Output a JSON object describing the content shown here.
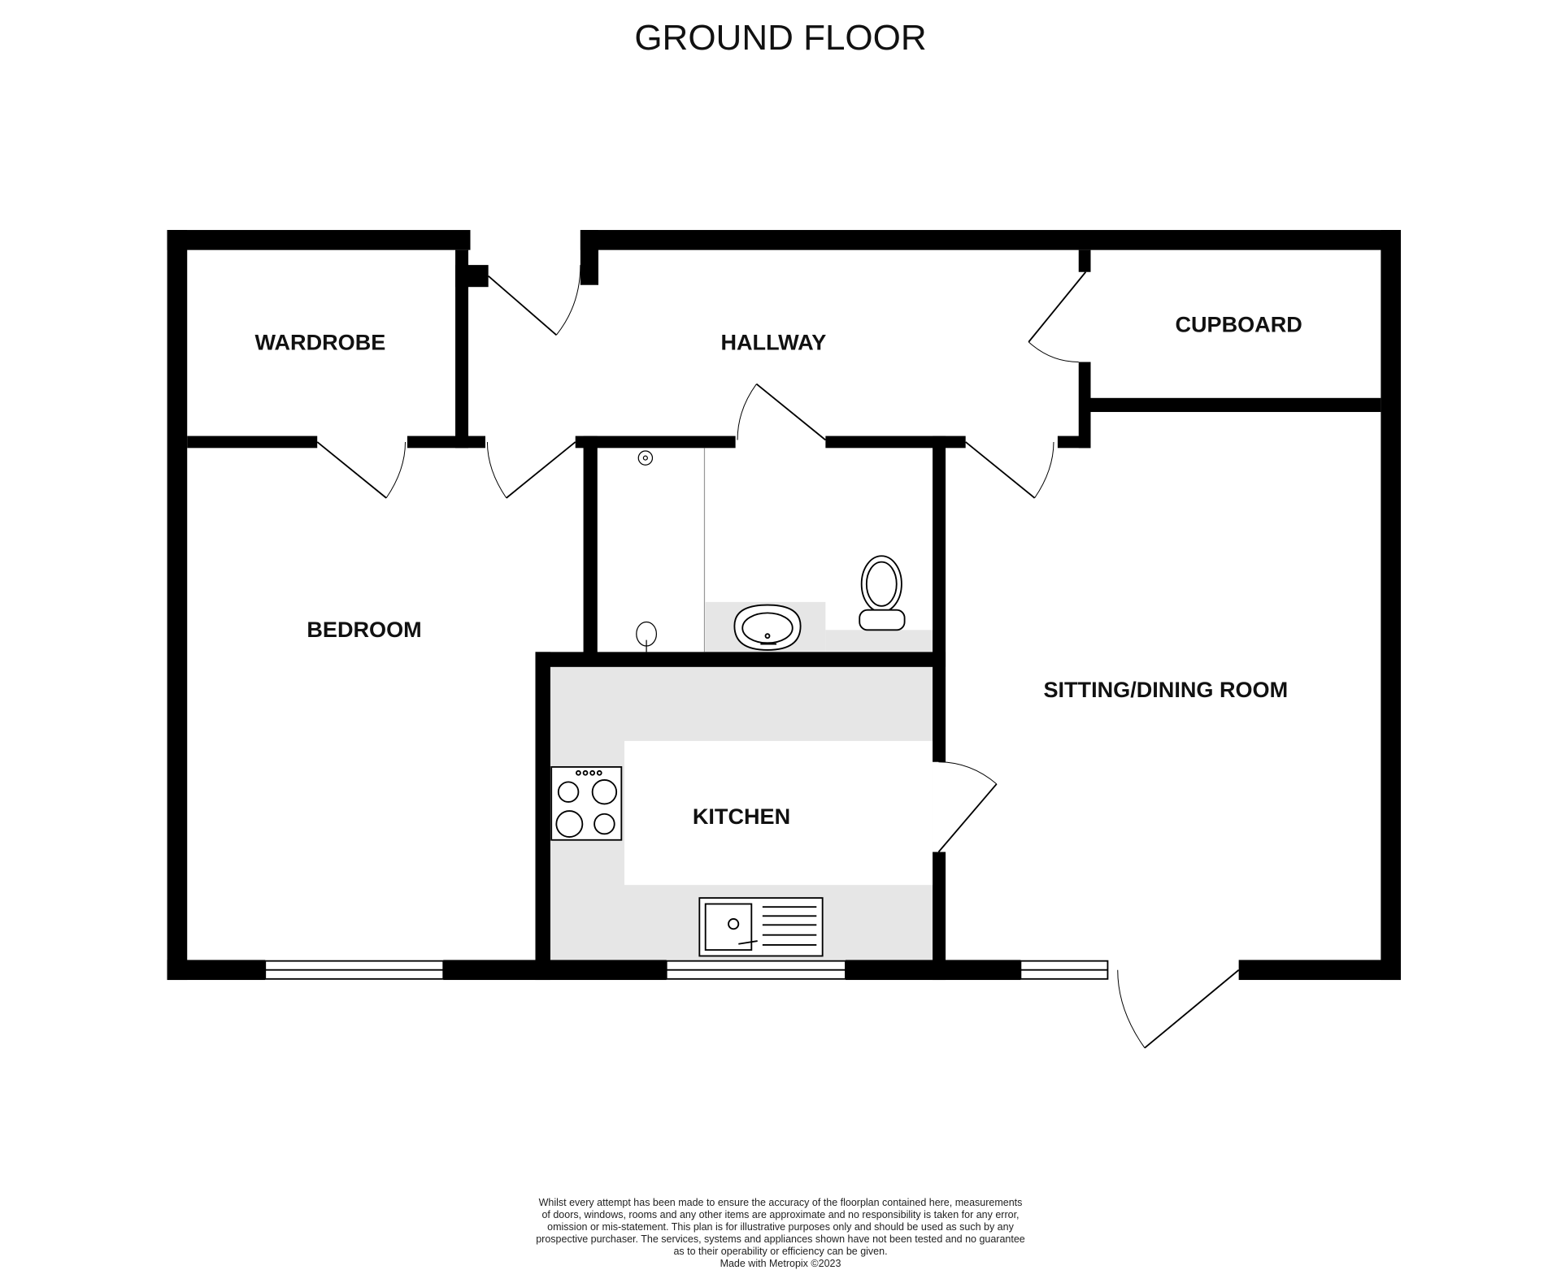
{
  "title": "GROUND FLOOR",
  "rooms": {
    "wardrobe": "WARDROBE",
    "hallway": "HALLWAY",
    "cupboard": "CUPBOARD",
    "bedroom": "BEDROOM",
    "sitting_dining": "SITTING/DINING ROOM",
    "kitchen": "KITCHEN"
  },
  "colors": {
    "wall": "#000000",
    "worktop": "#e6e6e6"
  },
  "disclaimer": {
    "lines": [
      "Whilst every attempt has been made to ensure the accuracy of the floorplan contained here, measurements",
      "of doors, windows, rooms and any other items are approximate and no responsibility is taken for any error,",
      "omission or mis-statement. This plan is for illustrative purposes only and should be used as such by any",
      "prospective purchaser. The services, systems and appliances shown have not been tested and no guarantee",
      "as to their operability or efficiency can be given."
    ],
    "credit": "Made with Metropix ©2023"
  }
}
